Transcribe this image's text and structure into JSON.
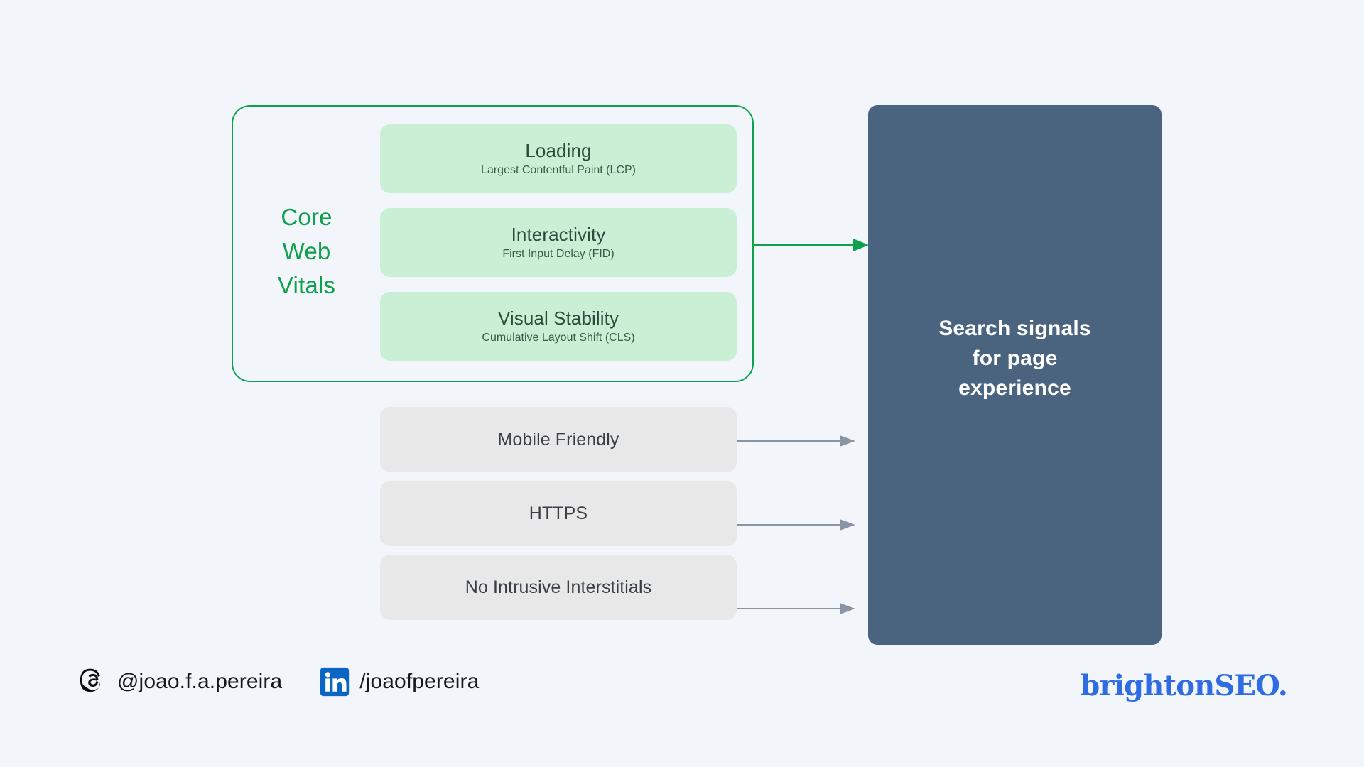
{
  "background_color": "#F2F5FA",
  "colors": {
    "green_accent": "#0EA04C",
    "green_card_bg": "#C9EFD4",
    "gray_card_bg": "#E8E8E9",
    "panel_bg": "#4A6480",
    "arrow_gray": "#8A95A3",
    "linkedin_blue": "#0A66C2",
    "brand_blue": "#2F6BE3"
  },
  "core_web_vitals": {
    "group_label": "Core\nWeb\nVitals",
    "metrics": [
      {
        "title": "Loading",
        "subtitle": "Largest Contentful Paint (LCP)"
      },
      {
        "title": "Interactivity",
        "subtitle": "First Input Delay (FID)"
      },
      {
        "title": "Visual Stability",
        "subtitle": "Cumulative Layout Shift (CLS)"
      }
    ]
  },
  "other_signals": [
    {
      "label": "Mobile Friendly"
    },
    {
      "label": "HTTPS"
    },
    {
      "label": "No Intrusive Interstitials"
    }
  ],
  "output_panel": {
    "text": "Search signals\nfor page\nexperience"
  },
  "footer": {
    "socials": [
      {
        "icon": "threads-icon",
        "handle": "@joao.f.a.pereira"
      },
      {
        "icon": "linkedin-icon",
        "handle": "/joaofpereira"
      }
    ],
    "brand": "brightonSEO."
  }
}
